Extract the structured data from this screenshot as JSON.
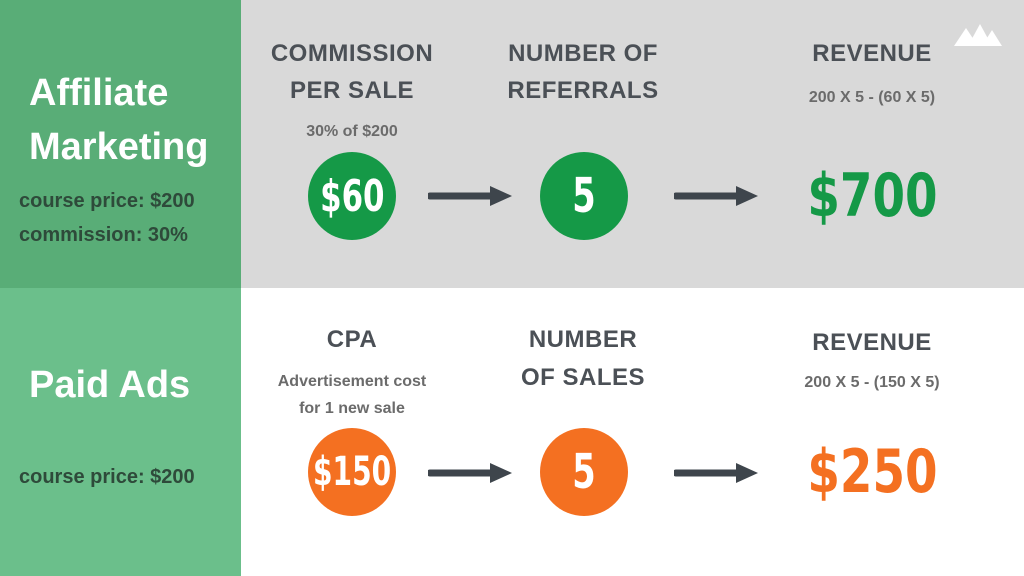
{
  "affiliate": {
    "title_line1": "Affiliate",
    "title_line2": "Marketing",
    "price": "course price: $200",
    "commission": "commission: 30%",
    "col1_heading_line1": "COMMISSION",
    "col1_heading_line2": "PER SALE",
    "col1_note": "30% of $200",
    "col1_value": "$60",
    "col2_heading_line1": "NUMBER OF",
    "col2_heading_line2": "REFERRALS",
    "col2_value": "5",
    "col3_heading": "REVENUE",
    "col3_note": "200 X 5 - (60 X 5)",
    "col3_value": "$700"
  },
  "paid_ads": {
    "title": "Paid Ads",
    "price": "course price: $200",
    "col1_heading": "CPA",
    "col1_note_line1": "Advertisement cost",
    "col1_note_line2": "for 1 new sale",
    "col1_value": "$150",
    "col2_heading_line1": "NUMBER",
    "col2_heading_line2": "OF SALES",
    "col2_value": "5",
    "col3_heading": "REVENUE",
    "col3_note": "200 X 5 - (150 X 5)",
    "col3_value": "$250"
  },
  "colors": {
    "green_accent": "#159947",
    "orange_accent": "#f47021",
    "sidebar_top": "#59ad77",
    "sidebar_bottom": "#6bbf8b",
    "top_panel": "#d9d9d9",
    "heading_text": "#4b5056",
    "arrow": "#3e454c"
  },
  "logo_icon": "mountain-logo-icon"
}
